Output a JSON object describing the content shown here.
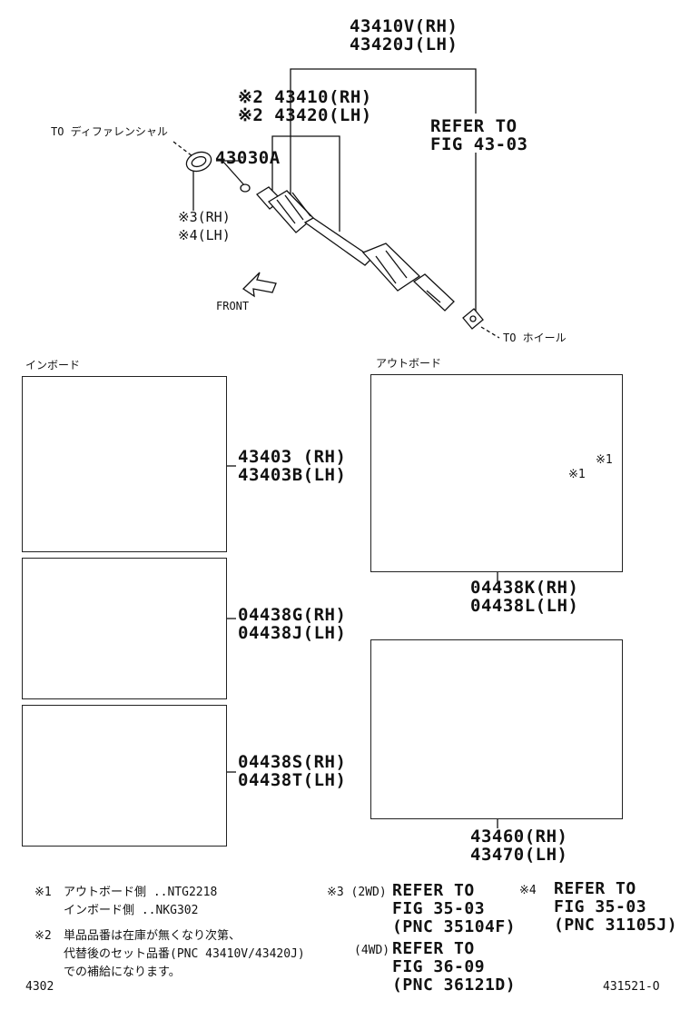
{
  "top": {
    "pn_rh": "43410V(RH)",
    "pn_lh": "43420J(LH)",
    "sub_rh": "※2 43410(RH)",
    "sub_lh": "※2 43420(LH)",
    "seal_pn": "43030A",
    "seal_ref_rh": "※3(RH)",
    "seal_ref_lh": "※4(LH)",
    "to_diff": "TO ディファレンシャル",
    "refer_line1": "REFER TO",
    "refer_line2": "FIG 43-03",
    "front": "FRONT",
    "to_wheel": "TO ホイール"
  },
  "sections": {
    "inboard": "インボード",
    "outboard": "アウトボード"
  },
  "boxes": [
    {
      "rh": "43403 (RH)",
      "lh": "43403B(LH)"
    },
    {
      "rh": "04438G(RH)",
      "lh": "04438J(LH)"
    },
    {
      "rh": "04438S(RH)",
      "lh": "04438T(LH)"
    },
    {
      "rh": "04438K(RH)",
      "lh": "04438L(LH)",
      "mark1": "※1",
      "mark2": "※1"
    },
    {
      "rh": "43460(RH)",
      "lh": "43470(LH)"
    }
  ],
  "notes": {
    "n1_mark": "※1",
    "n1_line1": "アウトボード側 ..NTG2218",
    "n1_line2": "インボード側 ..NKG302",
    "n2_mark": "※2",
    "n2_line1": "単品品番は在庫が無くなり次第、",
    "n2_line2": "代替後のセット品番(PNC 43410V/43420J)",
    "n2_line3": "での補給になります。",
    "n3_mark": "※3 (2WD)",
    "n3_line1": "REFER TO",
    "n3_line2": "FIG 35-03",
    "n3_line3": "(PNC 35104F)",
    "n3b_mark": "(4WD)",
    "n3b_line1": "REFER TO",
    "n3b_line2": "FIG 36-09",
    "n3b_line3": "(PNC 36121D)",
    "n4_mark": "※4",
    "n4_line1": "REFER TO",
    "n4_line2": "FIG 35-03",
    "n4_line3": "(PNC 31105J)"
  },
  "footer": {
    "left": "4302",
    "right": "431521-O"
  }
}
